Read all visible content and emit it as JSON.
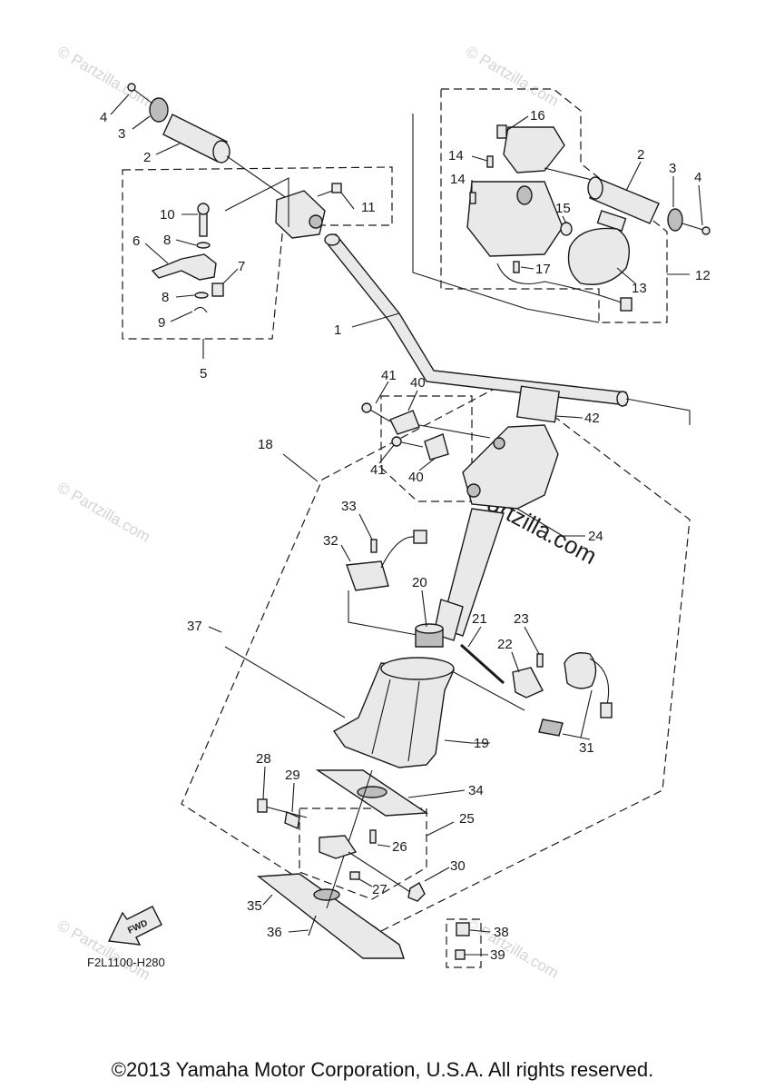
{
  "diagram": {
    "part_labels": [
      "1",
      "2",
      "3",
      "4",
      "5",
      "6",
      "7",
      "8",
      "9",
      "10",
      "11",
      "12",
      "13",
      "14",
      "15",
      "16",
      "17",
      "18",
      "19",
      "20",
      "21",
      "22",
      "23",
      "24",
      "25",
      "26",
      "27",
      "28",
      "29",
      "30",
      "31",
      "32",
      "33",
      "34",
      "35",
      "36",
      "37",
      "38",
      "39",
      "40",
      "41",
      "42"
    ],
    "figure_code": "F2L1100-H280",
    "fwd_label": "FWD",
    "watermark": "© Partzilla.com",
    "watermark_large": "Partzilla.com"
  },
  "footer": {
    "copyright": "©2013 Yamaha Motor Corporation, U.S.A. All rights reserved."
  }
}
